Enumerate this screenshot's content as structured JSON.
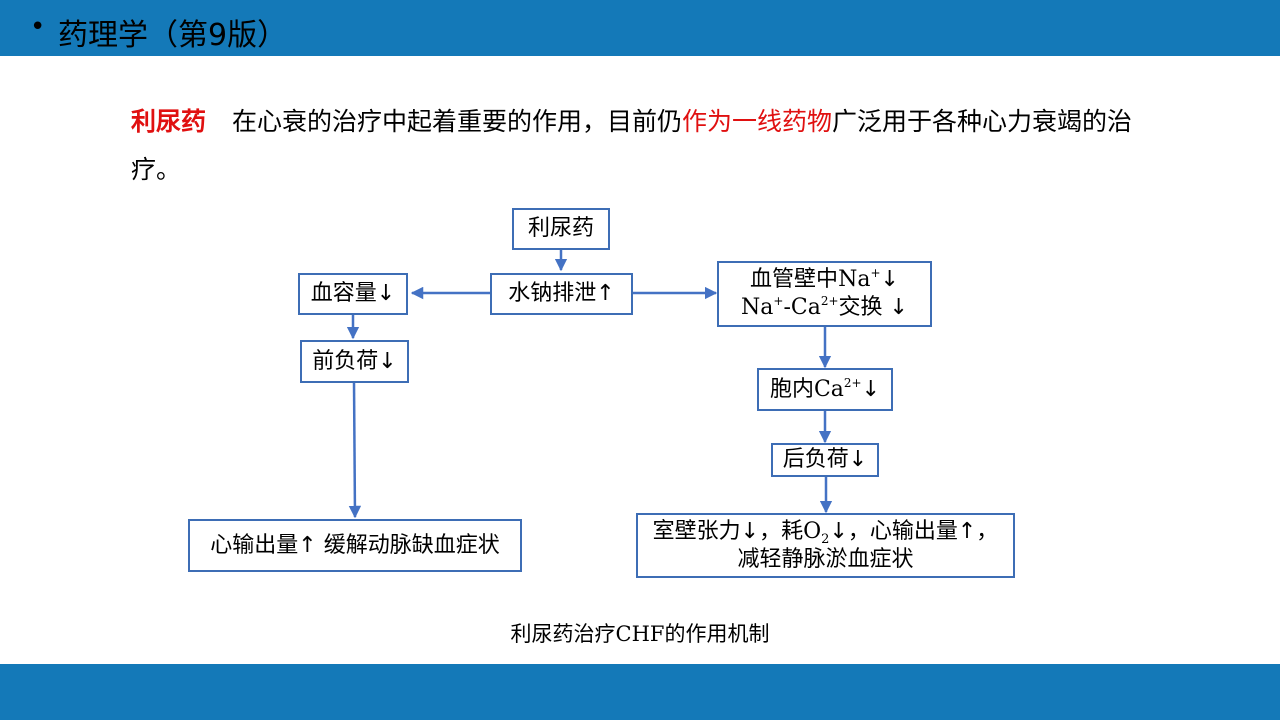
{
  "header": {
    "bullet": "•",
    "title": "药理学（第9版）"
  },
  "intro": {
    "keyword": "利尿药",
    "text_before": "在心衰的治疗中起着重要的作用，目前仍",
    "highlight": "作为一线药物",
    "text_after": "广泛用于各种心力衰竭的治疗。"
  },
  "diagram": {
    "diuretic": "利尿药",
    "water_sodium": "水钠排泄↑",
    "blood_volume": "血容量↓",
    "preload": "前负荷↓",
    "left_result": "心输出量↑ 缓解动脉缺血症状",
    "vessel_line1_text": "血管壁中",
    "vessel_na": "Na",
    "vessel_plus": "+",
    "vessel_down": "↓",
    "vessel_line2_na": "Na",
    "vessel_line2_plus": "+",
    "vessel_line2_ca": "-Ca",
    "vessel_line2_2plus": "2+",
    "vessel_line2_text": "交换 ↓",
    "intracellular_text": "胞内",
    "intracellular_ca": "Ca",
    "intracellular_2plus": "2+",
    "intracellular_down": "↓",
    "afterload": "后负荷↓",
    "right_result_a": "室壁张力↓，耗",
    "right_result_o": "O",
    "right_result_sub": "2",
    "right_result_b": "↓，心输出量↑，",
    "right_result_line2": "减轻静脉淤血症状"
  },
  "caption": {
    "prefix": "利尿药治疗",
    "abbr": "CHF",
    "suffix": "的作用机制"
  },
  "colors": {
    "bar": "#1479B8",
    "box_border": "#3D6DB5",
    "arrow": "#4472C4",
    "highlight": "#e01010"
  }
}
